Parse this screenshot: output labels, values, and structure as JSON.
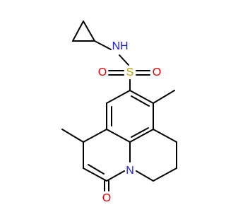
{
  "molecule": {
    "atoms": {
      "nh": {
        "text": "NH",
        "color": "#1f1fd6"
      },
      "s": {
        "text": "S",
        "color": "#b8a000"
      },
      "o1": {
        "text": "O",
        "color": "#e00000"
      },
      "o2": {
        "text": "O",
        "color": "#e00000"
      },
      "n": {
        "text": "N",
        "color": "#1f1fd6"
      },
      "o3": {
        "text": "O",
        "color": "#e00000"
      }
    },
    "bond_color": "#000000"
  }
}
